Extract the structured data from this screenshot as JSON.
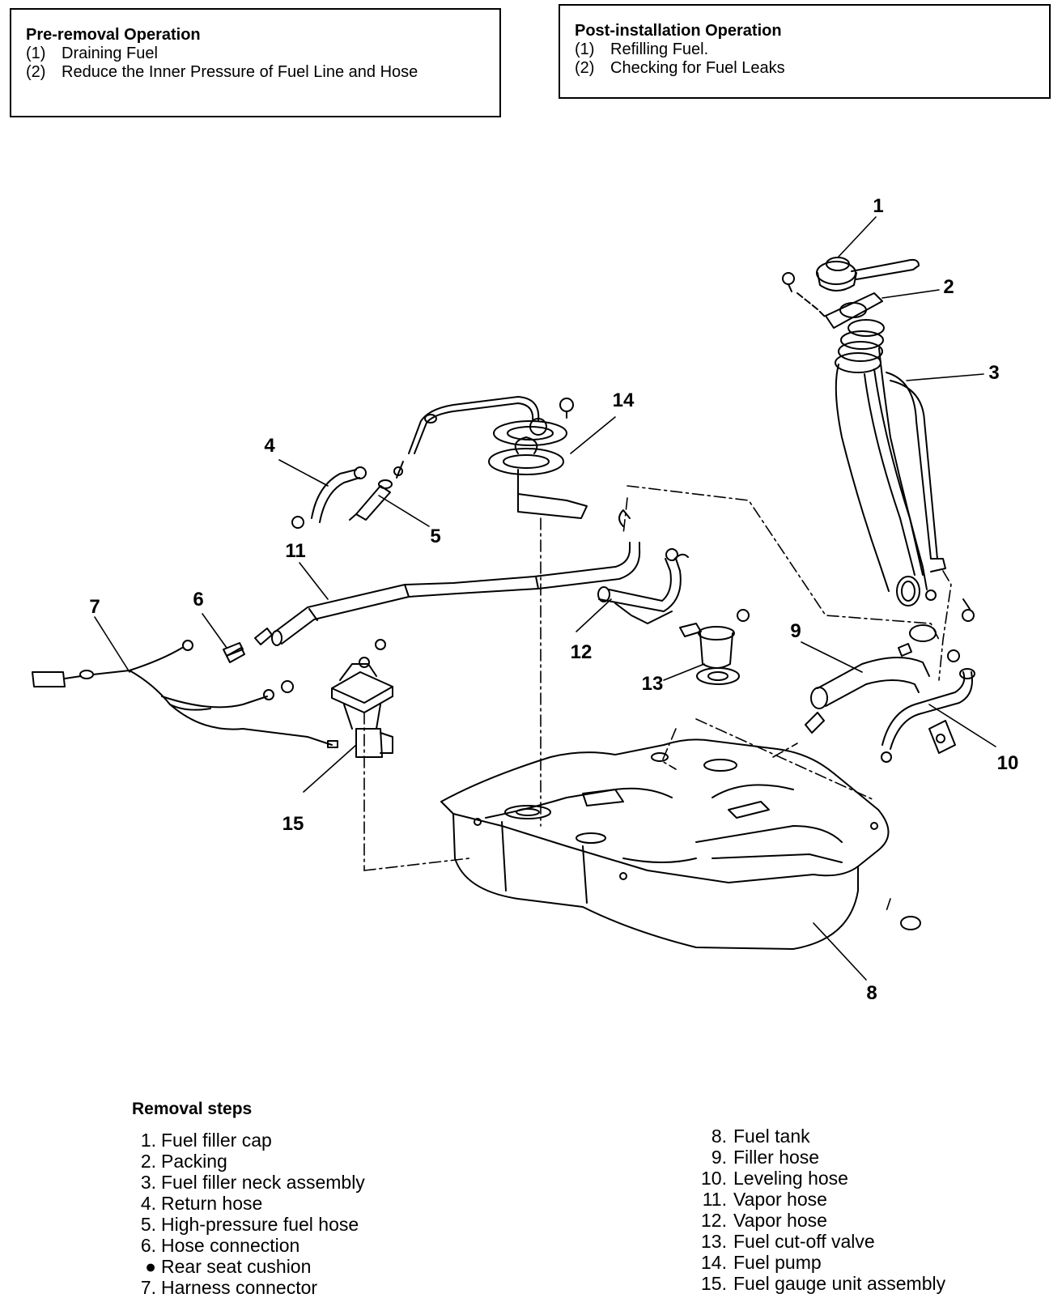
{
  "pre_removal": {
    "title": "Pre-removal Operation",
    "items": [
      {
        "num": "(1)",
        "text": "Draining Fuel"
      },
      {
        "num": "(2)",
        "text": "Reduce the Inner Pressure of Fuel Line and Hose"
      }
    ]
  },
  "post_installation": {
    "title": "Post-installation Operation",
    "items": [
      {
        "num": "(1)",
        "text": "Refilling Fuel."
      },
      {
        "num": "(2)",
        "text": "Checking for Fuel Leaks"
      }
    ]
  },
  "callouts": [
    "1",
    "2",
    "3",
    "4",
    "5",
    "6",
    "7",
    "8",
    "9",
    "10",
    "11",
    "12",
    "13",
    "14",
    "15"
  ],
  "removal_steps": {
    "title": "Removal steps",
    "left": [
      {
        "num": "1.",
        "text": "Fuel filler cap"
      },
      {
        "num": "2.",
        "text": "Packing"
      },
      {
        "num": "3.",
        "text": "Fuel filler neck assembly"
      },
      {
        "num": "4.",
        "text": "Return hose"
      },
      {
        "num": "5.",
        "text": "High-pressure fuel hose"
      },
      {
        "num": "6.",
        "text": "Hose connection"
      },
      {
        "num": "●",
        "text": "Rear seat cushion"
      },
      {
        "num": "7.",
        "text": "Harness connector"
      }
    ],
    "right": [
      {
        "num": "8.",
        "text": "Fuel tank"
      },
      {
        "num": "9.",
        "text": "Filler hose"
      },
      {
        "num": "10.",
        "text": "Leveling hose"
      },
      {
        "num": "11.",
        "text": "Vapor hose"
      },
      {
        "num": "12.",
        "text": "Vapor hose"
      },
      {
        "num": "13.",
        "text": "Fuel cut-off valve"
      },
      {
        "num": "14.",
        "text": "Fuel pump"
      },
      {
        "num": "15.",
        "text": "Fuel gauge unit assembly"
      }
    ]
  }
}
